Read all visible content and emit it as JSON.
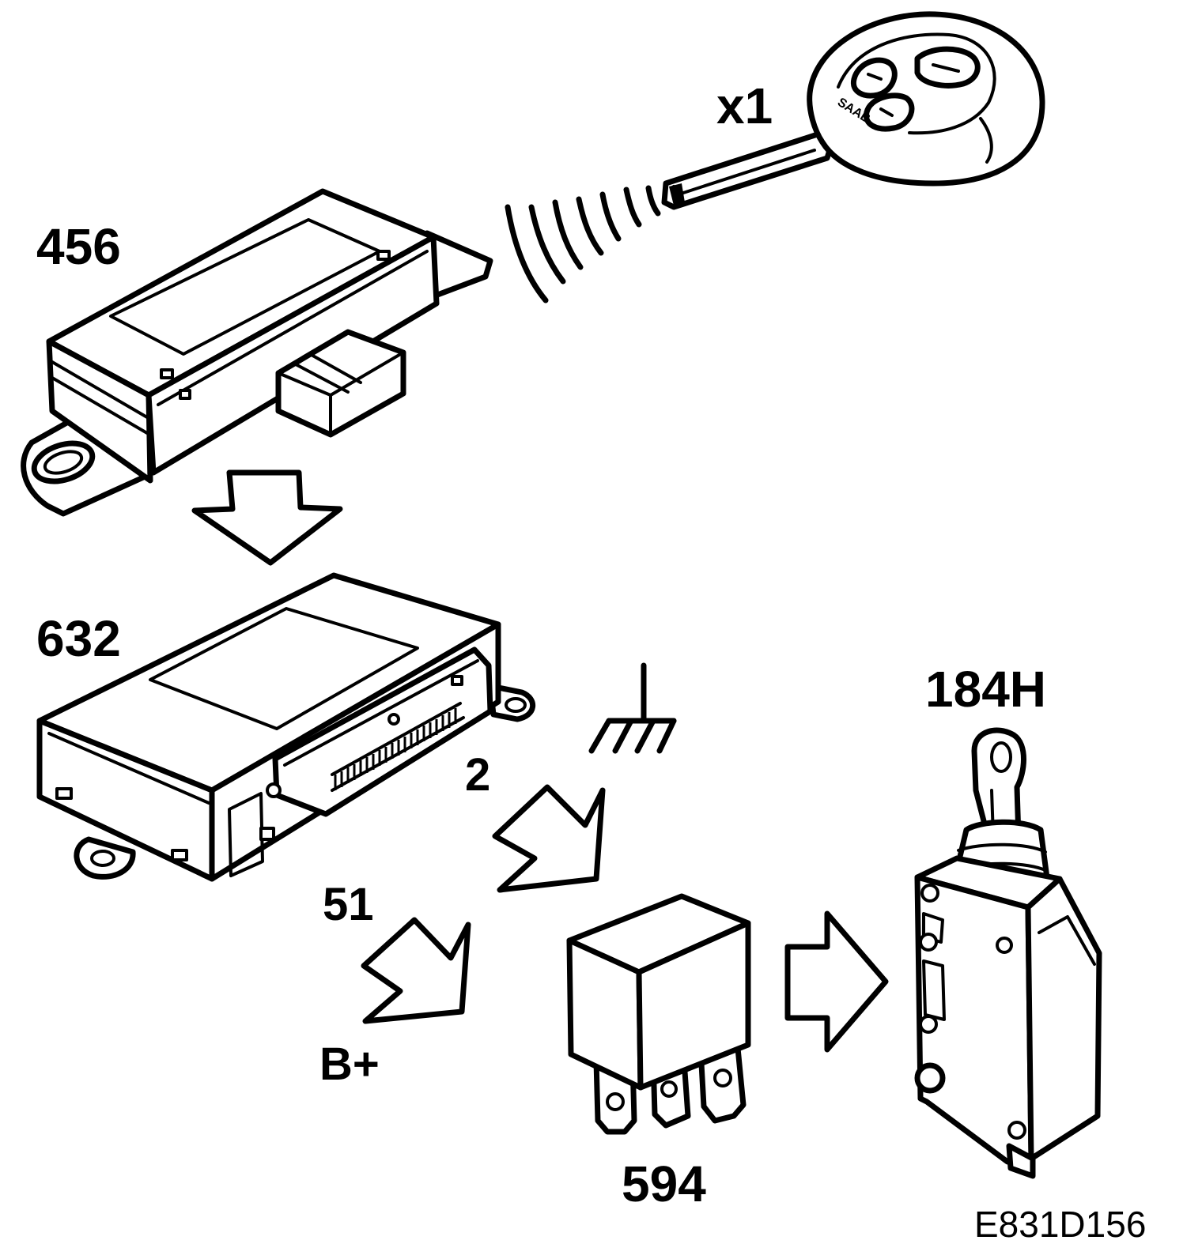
{
  "labels": {
    "key": "x1",
    "receiver": "456",
    "control_module": "632",
    "ground_output": "2",
    "battery_pin": "51",
    "battery": "B+",
    "relay": "594",
    "lock_motor": "184H",
    "figure_code": "E831D156"
  },
  "key_fob": {
    "brand": "SAAB"
  },
  "colors": {
    "line": "#000000",
    "fill": "#ffffff",
    "shade": "#bdbdbd"
  }
}
